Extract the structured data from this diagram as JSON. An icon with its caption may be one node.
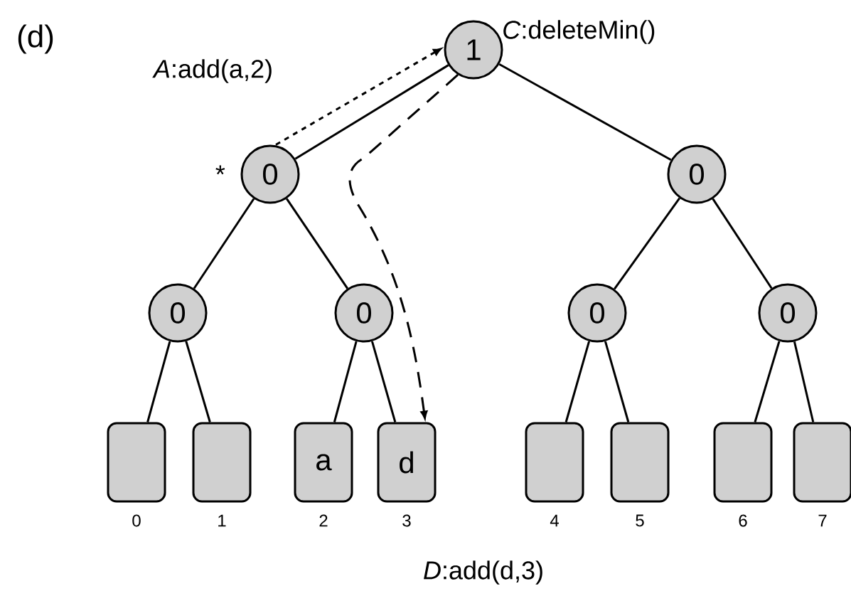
{
  "diagram": {
    "nodes": [
      {
        "text": [
          "1"
        ],
        "beside": [
          "*C*:deleteMin()"
        ]
      },
      {
        "text": [
          "0"
        ],
        "beside": [
          "*"
        ]
      },
      {
        "text": [
          "0"
        ]
      },
      {
        "text": [
          "0"
        ]
      },
      {
        "text": [
          "0"
        ]
      },
      {
        "text": [
          "0"
        ]
      },
      {
        "text": [
          "0"
        ]
      },
      {
        "text": [],
        "shape": "box",
        "beside": [
          "0"
        ]
      },
      {
        "text": [],
        "shape": "box",
        "beside": [
          "1"
        ]
      },
      {
        "text": [
          "a"
        ],
        "beside": [
          "2"
        ]
      },
      {
        "text": [
          "d"
        ],
        "beside": [
          "3"
        ]
      },
      {
        "text": [],
        "shape": "box",
        "beside": [
          "4"
        ]
      },
      {
        "text": [],
        "shape": "box",
        "beside": [
          "5"
        ]
      },
      {
        "text": [],
        "shape": "box",
        "beside": [
          "6"
        ]
      },
      {
        "text": [],
        "shape": "box",
        "beside": [
          "7"
        ]
      }
    ],
    "edges": [
      {
        "from": 0,
        "to": 1,
        "arrow": "none"
      },
      {
        "from": 0,
        "to": 2,
        "arrow": "none"
      },
      {
        "from": 1,
        "to": 3,
        "arrow": "none"
      },
      {
        "from": 1,
        "to": 4,
        "arrow": "none"
      },
      {
        "from": 2,
        "to": 5,
        "arrow": "none"
      },
      {
        "from": 2,
        "to": 6,
        "arrow": "none"
      },
      {
        "from": 3,
        "to": 7,
        "arrow": "none"
      },
      {
        "from": 3,
        "to": 8,
        "arrow": "none"
      },
      {
        "from": 4,
        "to": 9,
        "arrow": "none"
      },
      {
        "from": 4,
        "to": 10,
        "arrow": "none"
      },
      {
        "from": 5,
        "to": 11,
        "arrow": "none"
      },
      {
        "from": 5,
        "to": 12,
        "arrow": "none"
      },
      {
        "from": 6,
        "to": 13,
        "arrow": "none"
      },
      {
        "from": 6,
        "to": 14,
        "arrow": "none"
      },
      {
        "from": 1,
        "to": 0,
        "arrow": "to",
        "style": "dashed"
      },
      {
        "from": 0,
        "to": 10,
        "arrow": "to",
        "style": "dashed"
      }
    ],
    "labels": [
      "(d)",
      "*A*:add(a,2)",
      "*D*:add(d,3)"
    ]
  }
}
